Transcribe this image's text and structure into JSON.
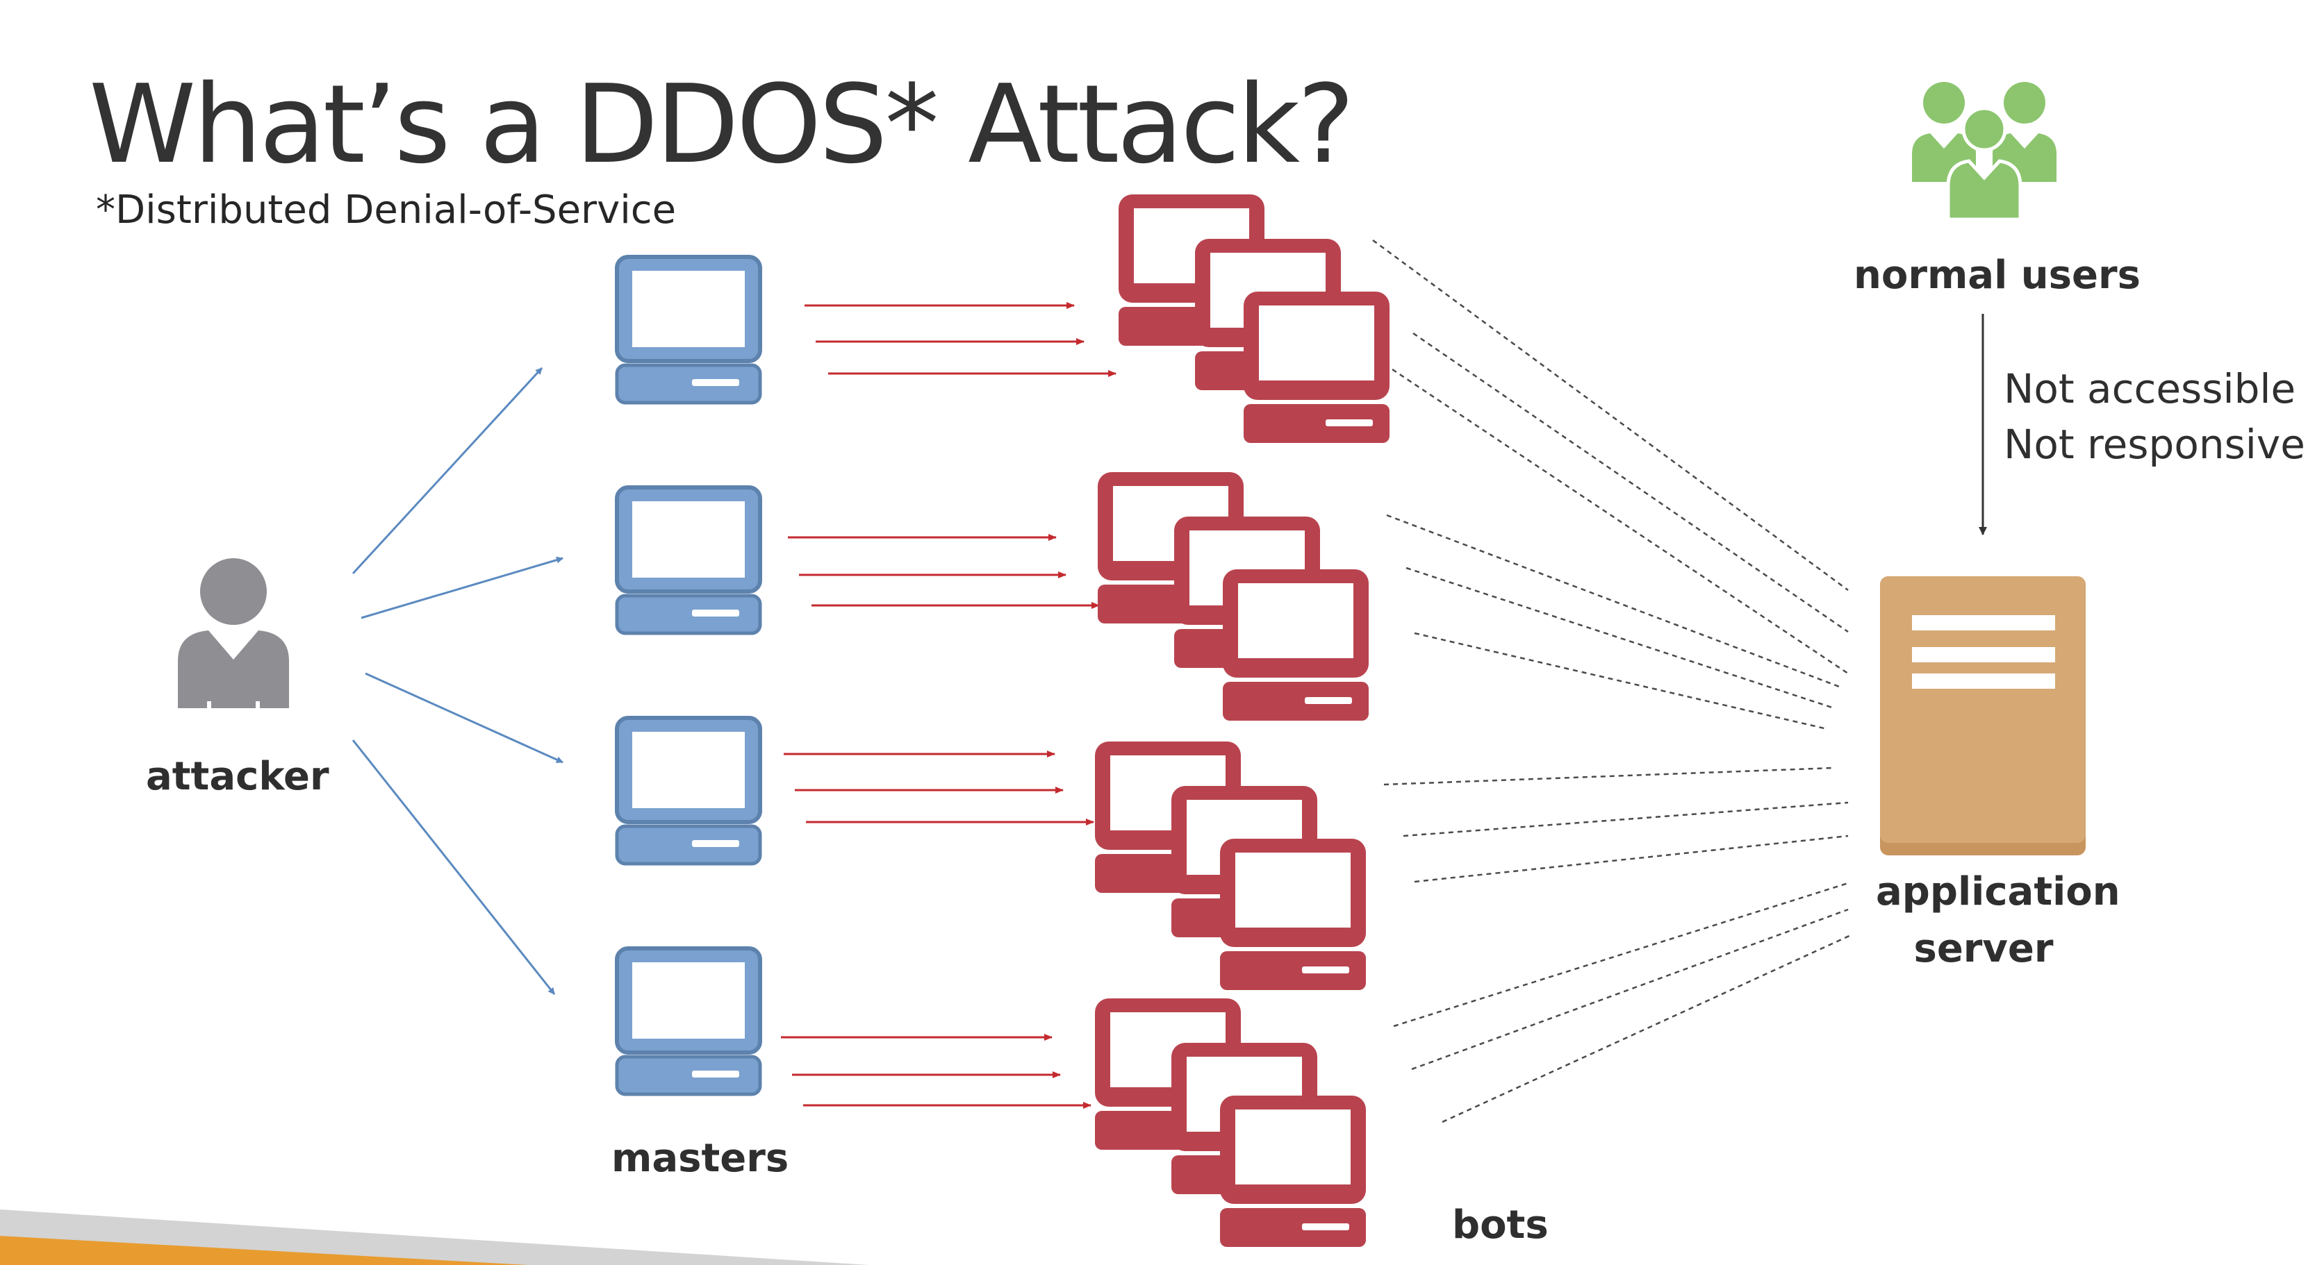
{
  "slide": {
    "title": "What’s a DDOS* Attack?",
    "subtitle": "*Distributed Denial-of-Service"
  },
  "labels": {
    "attacker": "attacker",
    "masters": "masters",
    "bots": "bots",
    "normal_users": "normal users",
    "server_line1": "application",
    "server_line2": "server",
    "status_line1": "Not accessible",
    "status_line2": "Not responsive"
  },
  "icons": {
    "attacker": "user-icon",
    "master": "desktop-computer-icon",
    "bot": "stacked-computers-icon",
    "users": "user-group-icon",
    "server": "server-icon"
  },
  "colors": {
    "master_blue": "#7aa1cf",
    "bot_red": "#b8434e",
    "user_green": "#8cc56e",
    "server_tan": "#d5a874",
    "attacker_gray": "#8e8e93",
    "arrow_blue": "#5b8ac0",
    "arrow_red": "#c42a2f",
    "footer_gray": "#d0d0d0",
    "footer_orange": "#e89c2f"
  }
}
